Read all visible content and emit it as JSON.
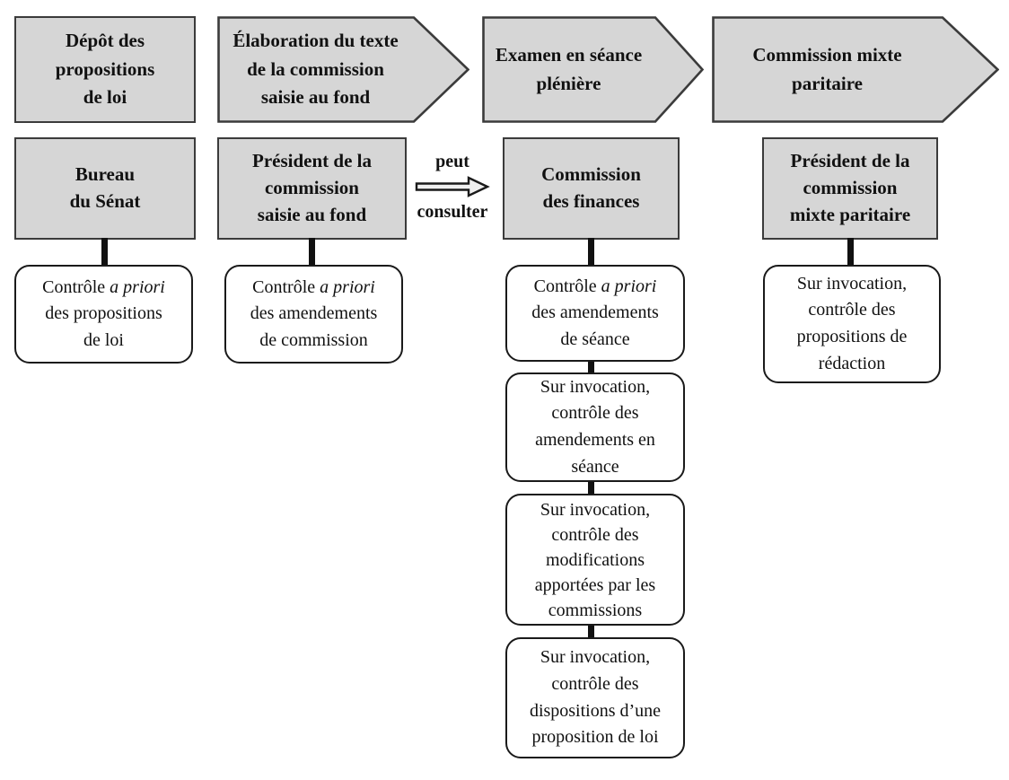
{
  "palette": {
    "box_fill": "#d6d6d6",
    "box_border": "#3b3b3b",
    "card_fill": "#ffffff",
    "card_border": "#1a1a1a",
    "line_color": "#111111",
    "consult_arrow_fill": "#f0f0f0",
    "text_color": "#111111"
  },
  "stages": [
    {
      "label": "Dépôt des\npropositions\nde loi"
    },
    {
      "label": "Élaboration du texte\nde la commission\nsaisie au fond"
    },
    {
      "label": "Examen en séance\nplénière"
    },
    {
      "label": "Commission mixte\nparitaire"
    }
  ],
  "actors": [
    {
      "label": "Bureau\ndu Sénat"
    },
    {
      "label": "Président de la\ncommission\nsaisie au fond"
    },
    {
      "label": "Commission\ndes finances"
    },
    {
      "label": "Président de la\ncommission\nmixte paritaire"
    }
  ],
  "consult_link": {
    "line1": "peut",
    "line2": "consulter",
    "arrow": "right-block-arrow"
  },
  "controls": [
    {
      "prefix": "Contrôle ",
      "italic": "a priori",
      "rest": "\ndes propositions\nde loi"
    },
    {
      "prefix": "Contrôle ",
      "italic": "a priori",
      "rest": "\ndes amendements\nde commission"
    },
    {
      "prefix": "Contrôle ",
      "italic": "a priori",
      "rest": "\ndes amendements\nde séance"
    },
    {
      "prefix": "Sur invocation,\ncontrôle des\namendements en\nséance",
      "italic": "",
      "rest": ""
    },
    {
      "prefix": "Sur invocation,\ncontrôle des\nmodifications\napportées par les\ncommissions",
      "italic": "",
      "rest": ""
    },
    {
      "prefix": "Sur invocation,\ncontrôle des\ndispositions d’une\nproposition de loi",
      "italic": "",
      "rest": ""
    },
    {
      "prefix": "Sur invocation,\ncontrôle des\npropositions de\nrédaction",
      "italic": "",
      "rest": ""
    }
  ]
}
